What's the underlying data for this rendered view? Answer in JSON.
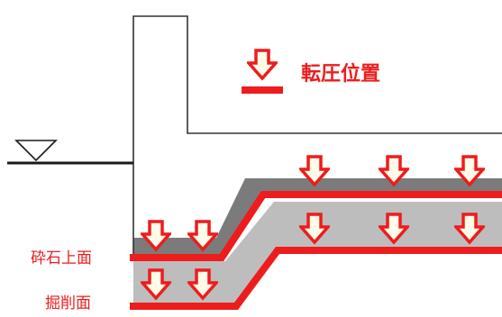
{
  "legend": {
    "text": "転圧位置",
    "color": "#ee1c1c"
  },
  "layers": {
    "crushed_stone_top": "砕石上面",
    "excavation_face": "掘削面"
  },
  "icons": {
    "arrow": "down-arrow-icon",
    "water_level": "water-level-triangle-icon"
  },
  "colors": {
    "red": "#ee1c1c",
    "dark_gray": "#7b7b7b",
    "light_gray": "#bdbdbd",
    "arrow_fill": "#fffbe8",
    "line": "#333333"
  }
}
